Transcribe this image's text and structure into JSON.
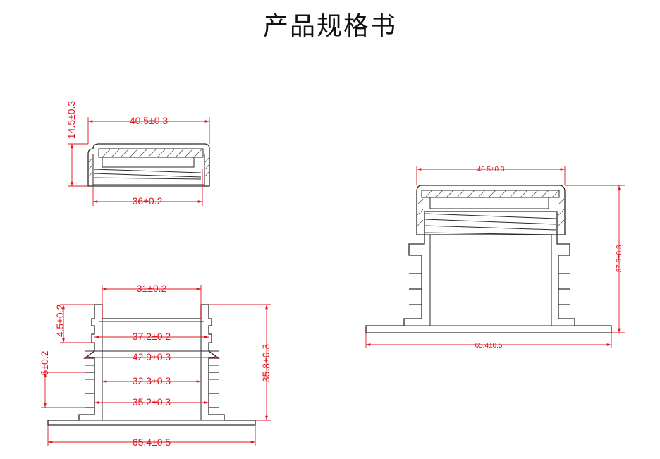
{
  "title": "产品规格书",
  "drawing": {
    "cap_view": {
      "width_dim": "40.5±0.3",
      "height_dim": "14.5±0.3",
      "inner_dim": "36±0.2"
    },
    "body_view": {
      "top_opening_dim": "31±0.2",
      "neck_height_dim": "4.5±0.2",
      "neck_dim": "37.2±0.2",
      "fin_dim": "42.9±0.3",
      "fin_pitch_dim": "5±0.2",
      "inner_dim": "32.3±0.3",
      "base_inner_dim": "35.2±0.3",
      "total_height_dim": "35.8±0.3",
      "flange_dim": "65.4±0.5"
    },
    "assembly_view": {
      "cap_width_dim": "40.5±0.3",
      "total_height_dim": "37.6±0.3",
      "flange_dim": "65.4±0.5"
    }
  }
}
